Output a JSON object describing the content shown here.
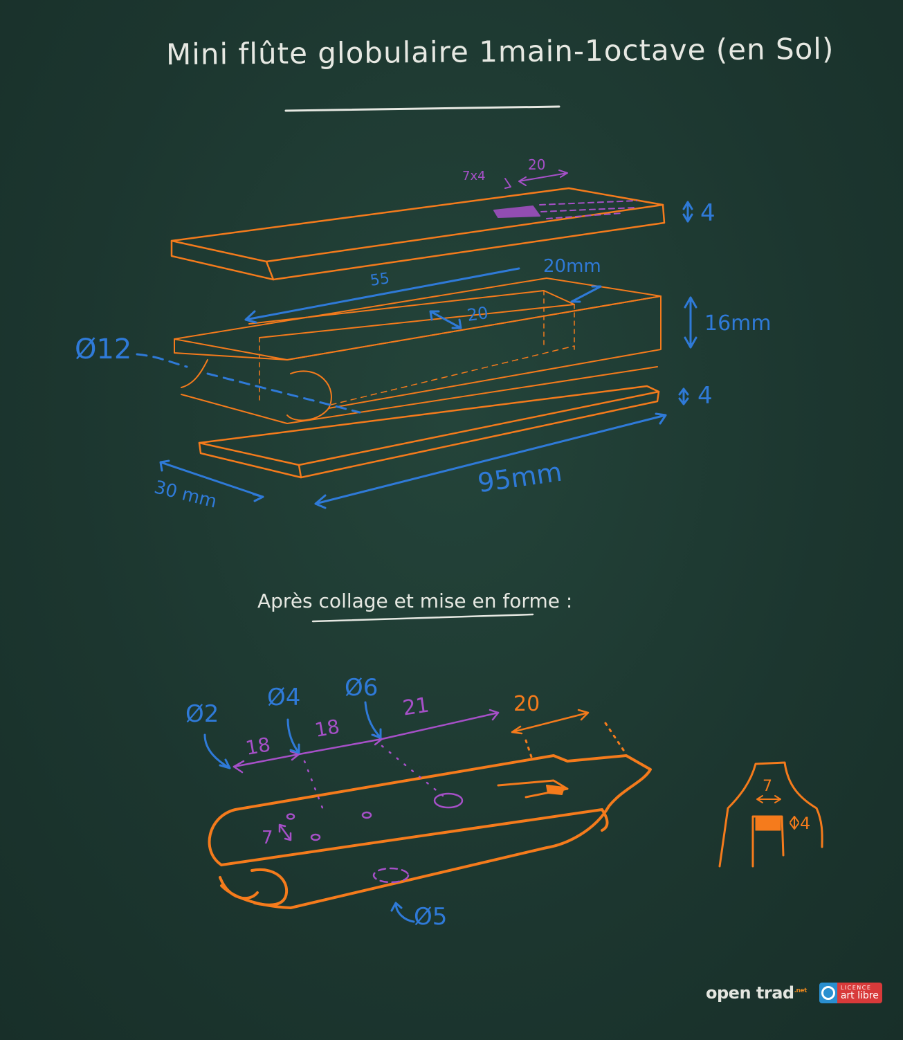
{
  "title": "Mini flûte globulaire 1main-1octave (en Sol)",
  "colors": {
    "background": "#1e3a32",
    "chalk_white": "#e6e8e2",
    "orange": "#f57b1c",
    "blue": "#2f7ad8",
    "purple": "#a650c8"
  },
  "exploded_view": {
    "top_plate": {
      "window_label": "7x4",
      "window_length": "20",
      "thickness": "4"
    },
    "middle_block": {
      "chamber_length": "55",
      "chamber_width": "20",
      "channel_length": "20mm",
      "height": "16mm",
      "bore_diameter": "Ø12"
    },
    "bottom_plate": {
      "thickness": "4",
      "length": "95mm",
      "width": "30 mm"
    }
  },
  "subtitle": "Après collage et mise en forme :",
  "assembled_view": {
    "holes": [
      {
        "label": "Ø2"
      },
      {
        "label": "Ø4"
      },
      {
        "label": "Ø6"
      },
      {
        "label": "Ø5"
      }
    ],
    "spacings": [
      "18",
      "18",
      "21"
    ],
    "labium_distance": "20",
    "hole_gap": "7"
  },
  "windway_detail": {
    "width": "7",
    "height": "4"
  },
  "footer": {
    "opentrad_name": "open trad",
    "opentrad_tld": ".net",
    "licence_line1": "LICENCE",
    "licence_line2": "art libre"
  }
}
